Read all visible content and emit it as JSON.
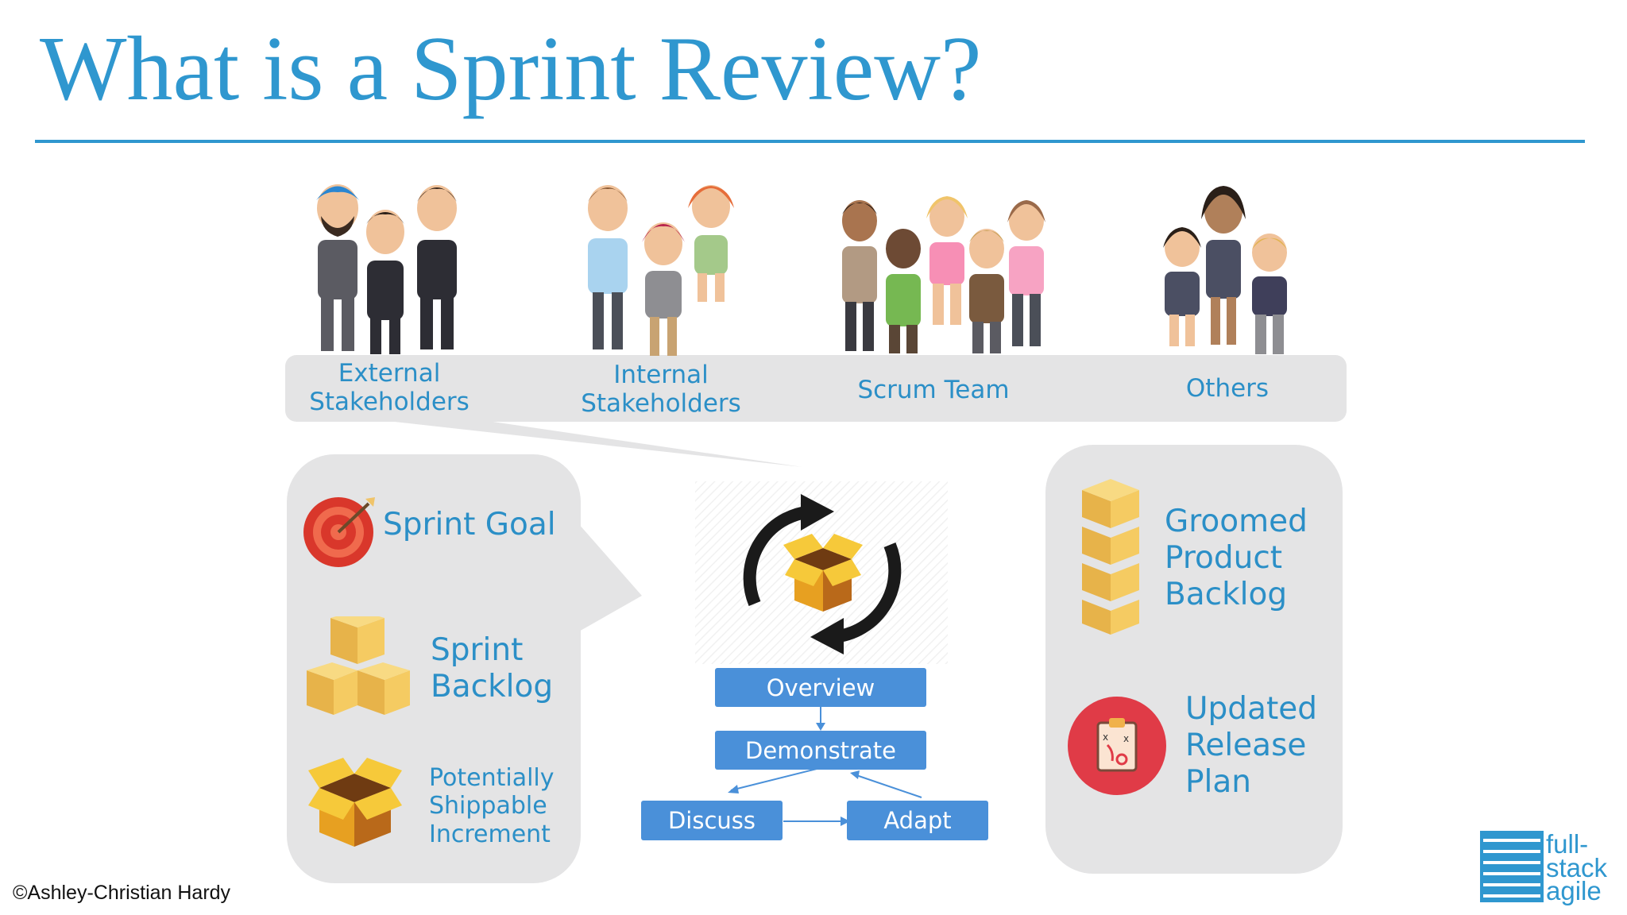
{
  "title": "What is a Sprint Review?",
  "audience": {
    "external": "External\nStakeholders",
    "internal": "Internal\nStakeholders",
    "scrum_team": "Scrum Team",
    "others": "Others"
  },
  "inputs": {
    "sprint_goal": "Sprint Goal",
    "sprint_backlog": "Sprint\nBacklog",
    "increment": "Potentially\nShippable\nIncrement"
  },
  "flow": {
    "overview": "Overview",
    "demonstrate": "Demonstrate",
    "discuss": "Discuss",
    "adapt": "Adapt"
  },
  "outputs": {
    "backlog": "Groomed\nProduct\nBacklog",
    "release_plan": "Updated\nRelease\nPlan"
  },
  "copyright": "Ashley-Christian Hardy",
  "logo": "full-\nstack\nagile",
  "colors": {
    "title": "#2f97cf",
    "panel": "#e4e4e5",
    "flow_box": "#4a90d9",
    "label": "#2b8fc7"
  }
}
